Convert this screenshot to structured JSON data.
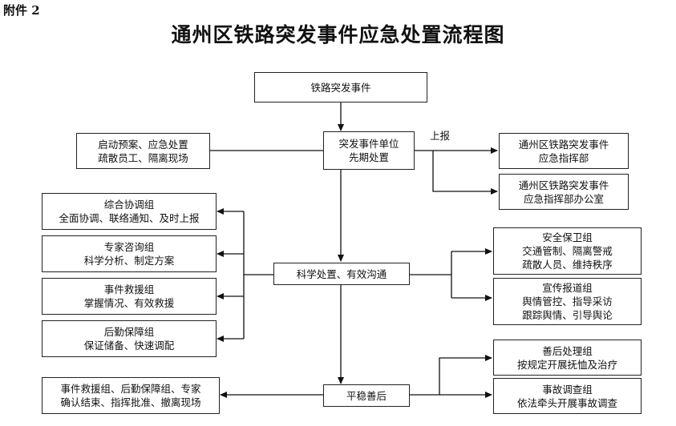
{
  "attachment": "附件 2",
  "title": "通州区铁路突发事件应急处置流程图",
  "nodes": {
    "railway_incident": [
      "铁路突发事件"
    ],
    "unit_first_response": [
      "突发事件单位",
      "先期处置"
    ],
    "initial_actions": [
      "启动预案、应急处置",
      "疏散员工、隔离现场"
    ],
    "command_hq": [
      "通州区铁路突发事件",
      "应急指挥部"
    ],
    "command_office": [
      "通州区铁路突发事件",
      "应急指挥部办公室"
    ],
    "coordination_group": [
      "综合协调组",
      "全面协调、联络通知、及时上报"
    ],
    "expert_group": [
      "专家咨询组",
      "科学分析、制定方案"
    ],
    "rescue_group": [
      "事件救援组",
      "掌握情况、有效救援"
    ],
    "logistics_group": [
      "后勤保障组",
      "保证储备、快速调配"
    ],
    "scientific_handling": [
      "科学处置、有效沟通"
    ],
    "security_group": [
      "安全保卫组",
      "交通管制、隔离警戒",
      "疏散人员、维持秩序"
    ],
    "publicity_group": [
      "宣传报道组",
      "舆情管控、指导采访",
      "跟踪舆情、引导舆论"
    ],
    "aftermath_group": [
      "善后处理组",
      "按规定开展抚恤及治疗"
    ],
    "investigation_group": [
      "事故调查组",
      "依法牵头开展事故调查"
    ],
    "stabilize": [
      "平稳善后"
    ],
    "conclusion": [
      "事件救援组、后勤保障组、专家",
      "确认结束、指挥批准、撤离现场"
    ]
  },
  "edge_labels": {
    "report": "上报"
  }
}
